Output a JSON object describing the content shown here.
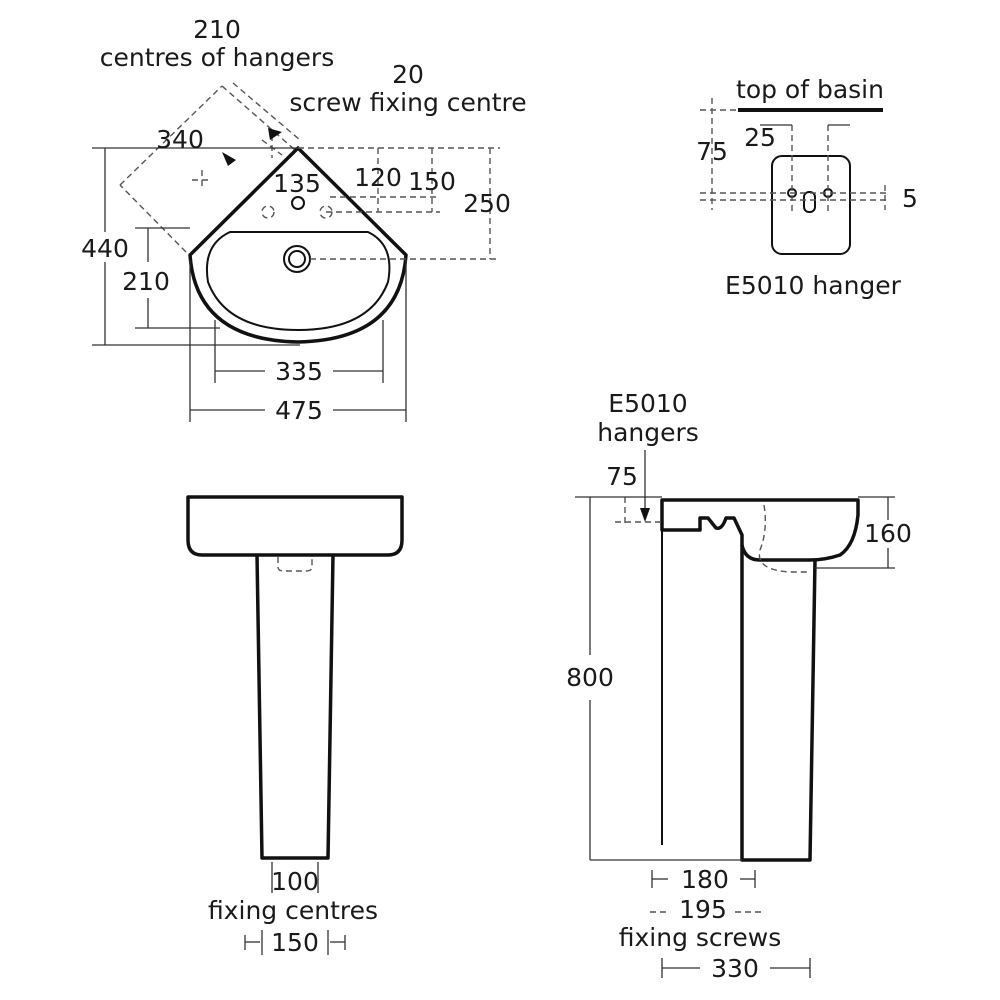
{
  "plan_view": {
    "dim_hanger_centres_value": "210",
    "dim_hanger_centres_caption": "centres of hangers",
    "dim_screw_fixing_value": "20",
    "dim_screw_fixing_caption": "screw fixing centre",
    "dim_diagonal": "340",
    "dim_tap_hole": "135",
    "dim_120": "120",
    "dim_150": "150",
    "dim_250": "250",
    "dim_overall_depth": "440",
    "dim_bowl_depth": "210",
    "dim_bowl_width": "335",
    "dim_overall_width": "475"
  },
  "hanger_detail": {
    "top_of_basin_label": "top of basin",
    "dim_75": "75",
    "dim_25": "25",
    "dim_5": "5",
    "hanger_label": "E5010 hanger"
  },
  "front_view": {
    "dim_fixing_centres_value": "100",
    "dim_fixing_centres_caption": "fixing centres",
    "dim_pedestal_base": "150"
  },
  "side_view": {
    "hangers_label_line1": "E5010",
    "hangers_label_line2": "hangers",
    "dim_75": "75",
    "dim_160": "160",
    "dim_height": "800",
    "dim_180": "180",
    "dim_195": "195",
    "dim_fixing_screws_caption": "fixing screws",
    "dim_330": "330"
  }
}
